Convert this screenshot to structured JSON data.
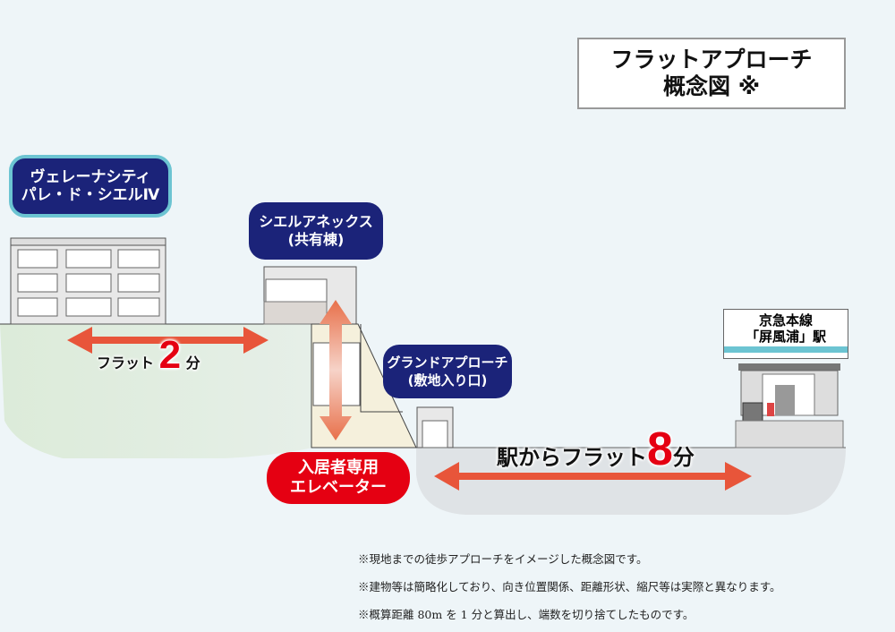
{
  "title": {
    "line1": "フラットアプローチ",
    "line2": "概念図 ※"
  },
  "labels": {
    "main_building": {
      "line1": "ヴェレーナシティ",
      "line2": "パレ・ド・シエルⅣ"
    },
    "annex": {
      "line1": "シエルアネックス",
      "line2": "(共有棟)"
    },
    "grand_approach": {
      "line1": "グランドアプローチ",
      "line2": "(敷地入り口)"
    },
    "elevator": {
      "line1": "入居者専用",
      "line2": "エレベーター"
    },
    "station": {
      "line1": "京急本線",
      "line2": "「屏風浦」駅"
    }
  },
  "flat_short": {
    "prefix": "フラット",
    "minutes": "2",
    "unit": "分"
  },
  "flat_long": {
    "prefix": "駅からフラット",
    "minutes": "8",
    "unit": "分"
  },
  "notes": [
    "※現地までの徒歩アプローチをイメージした概念図です。",
    "※建物等は簡略化しており、向き位置関係、距離形状、縮尺等は実際と異なります。",
    "※概算距離 80m を 1 分と算出し、端数を切り捨てしたものです。"
  ],
  "colors": {
    "navy": "#1b2379",
    "red": "#e50012",
    "arrow": "#e8553a",
    "accent": "#6cc4d2"
  }
}
